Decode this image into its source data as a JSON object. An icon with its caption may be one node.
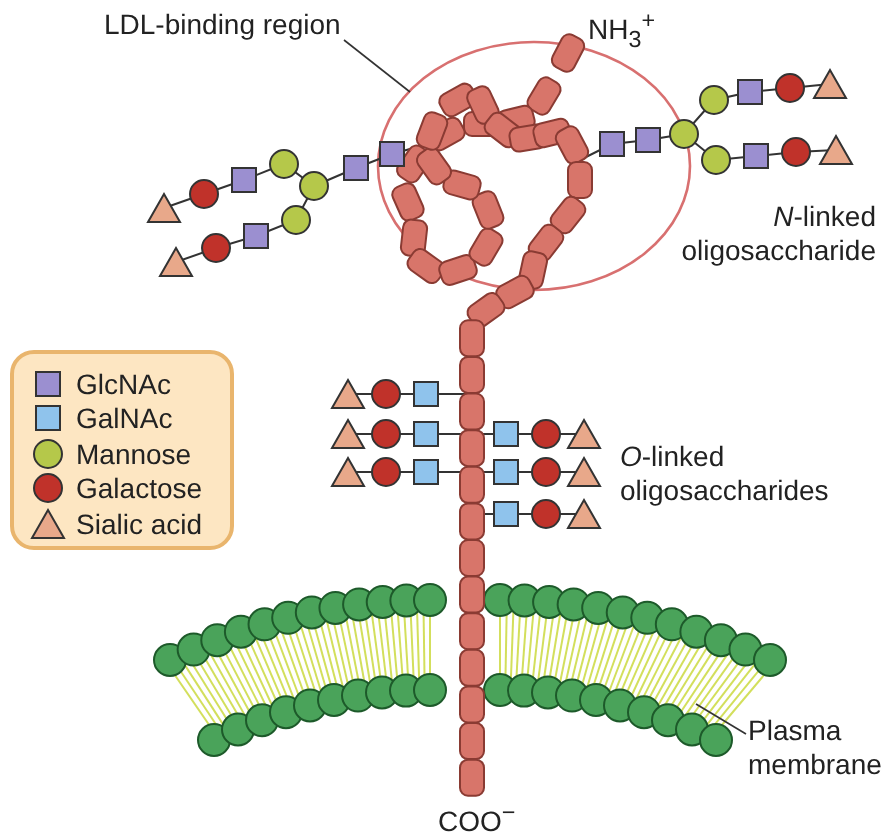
{
  "diagram": {
    "nodes": [
      {
        "text": [
          "LDL-binding region"
        ]
      },
      {
        "text": [],
        "shape": "circle"
      },
      {
        "text": [
          "Plasma membrane"
        ]
      },
      {
        "text": [],
        "shape": "picture"
      }
    ],
    "edges": [
      {
        "from": 0,
        "to": 1,
        "arrow": "none"
      },
      {
        "from": 2,
        "to": 3,
        "arrow": "none"
      }
    ],
    "labels": [
      "NH$_{3}$$^{+}$",
      "*N*-linked oligosaccharide",
      "*O*-linked oligosaccharides",
      "COO$^{−}$"
    ],
    "legend": [
      {
        "text": "GlcNAc",
        "color": "#9b8fd0"
      },
      {
        "text": "GalNAc",
        "color": "#8fc3ec"
      },
      {
        "text": "Mannose",
        "color": "#b5c84a"
      },
      {
        "text": "Galactose",
        "color": "#c0322a"
      },
      {
        "text": "Sialic acid",
        "color": "#e8a88a"
      }
    ]
  }
}
